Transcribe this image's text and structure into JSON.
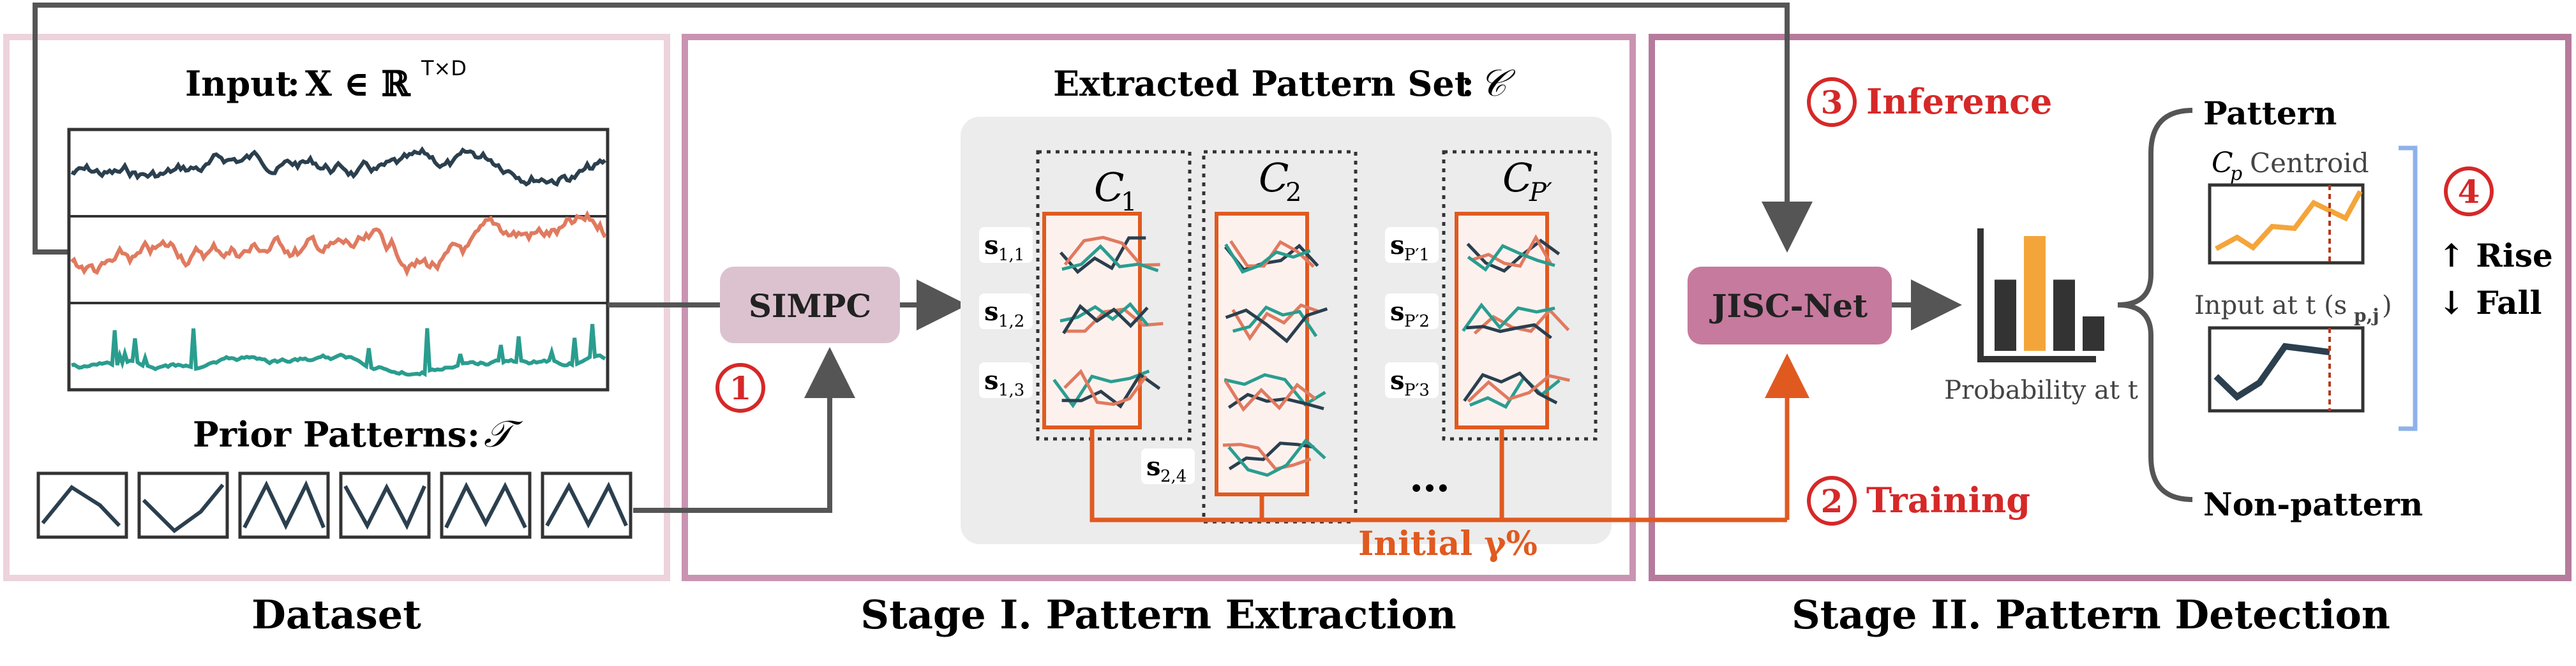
{
  "dataset": {
    "input_title": "Input",
    "input_math": "X ∈ ℝ",
    "input_sup": "T×D",
    "prior_title": "Prior Patterns",
    "prior_symbol": "𝒯",
    "caption": "Dataset"
  },
  "simpc": {
    "label": "SIMPC",
    "step": "1"
  },
  "stage1": {
    "title": "Extracted Pattern Set",
    "title_symbol": "𝒞",
    "caption": "Stage I. Pattern Extraction",
    "clusters": [
      {
        "name": "C",
        "sub": "1"
      },
      {
        "name": "C",
        "sub": "2"
      },
      {
        "name": "C",
        "sub": "P′"
      }
    ],
    "series_labels": [
      {
        "main": "s",
        "sub": "1,1"
      },
      {
        "main": "s",
        "sub": "1,2"
      },
      {
        "main": "s",
        "sub": "1,3"
      },
      {
        "main": "s",
        "sub": "2,4"
      },
      {
        "main": "s",
        "sub": "P′1"
      },
      {
        "main": "s",
        "sub": "P′2"
      },
      {
        "main": "s",
        "sub": "P′3"
      }
    ],
    "ellipsis": "…",
    "initial_gamma": "Initial γ%"
  },
  "stage2": {
    "caption": "Stage II. Pattern Detection",
    "jisc_label": "JISC-Net",
    "inference_step": "3",
    "inference_label": "Inference",
    "training_step": "2",
    "training_label": "Training",
    "probability_caption": "Probability at t",
    "pattern_label": "Pattern",
    "non_pattern_label": "Non-pattern",
    "centroid_label_sym": "C",
    "centroid_label_sub": "p",
    "centroid_label_text": "Centroid",
    "input_at_t_label": "Input at t (s",
    "input_at_t_sub": "p,j",
    "input_at_t_close": ")",
    "step4": "4",
    "rise_label": "↑ Rise",
    "fall_label": "↓ Fall",
    "probability_bars": [
      0.62,
      1.0,
      0.62,
      0.3
    ]
  },
  "colors": {
    "dark_series": "#2b3f4e",
    "orange_series": "#e07a5f",
    "teal_series": "#2a9d8f",
    "highlight_bar": "#f4a53a",
    "simpc_fill": "#dcc2cf",
    "jisc_fill": "#c67a9e",
    "dataset_frame": "#edd3dc",
    "stage_frame": "#b67a9c",
    "extract_orange": "#e05a20",
    "step_red": "#d62828",
    "bracket_blue": "#8fb1ea"
  }
}
